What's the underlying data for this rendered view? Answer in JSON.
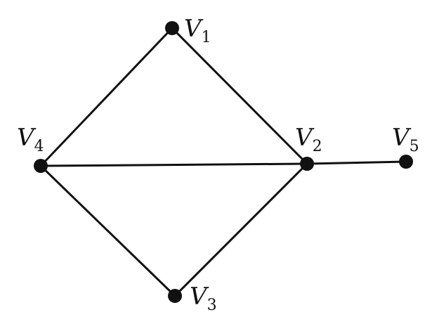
{
  "graph": {
    "vertices": [
      {
        "id": "v1",
        "letter": "V",
        "index": "1"
      },
      {
        "id": "v2",
        "letter": "V",
        "index": "2"
      },
      {
        "id": "v3",
        "letter": "V",
        "index": "3"
      },
      {
        "id": "v4",
        "letter": "V",
        "index": "4"
      },
      {
        "id": "v5",
        "letter": "V",
        "index": "5"
      }
    ],
    "edges": [
      [
        "v1",
        "v4"
      ],
      [
        "v1",
        "v2"
      ],
      [
        "v4",
        "v2"
      ],
      [
        "v4",
        "v3"
      ],
      [
        "v3",
        "v2"
      ],
      [
        "v2",
        "v5"
      ]
    ]
  }
}
